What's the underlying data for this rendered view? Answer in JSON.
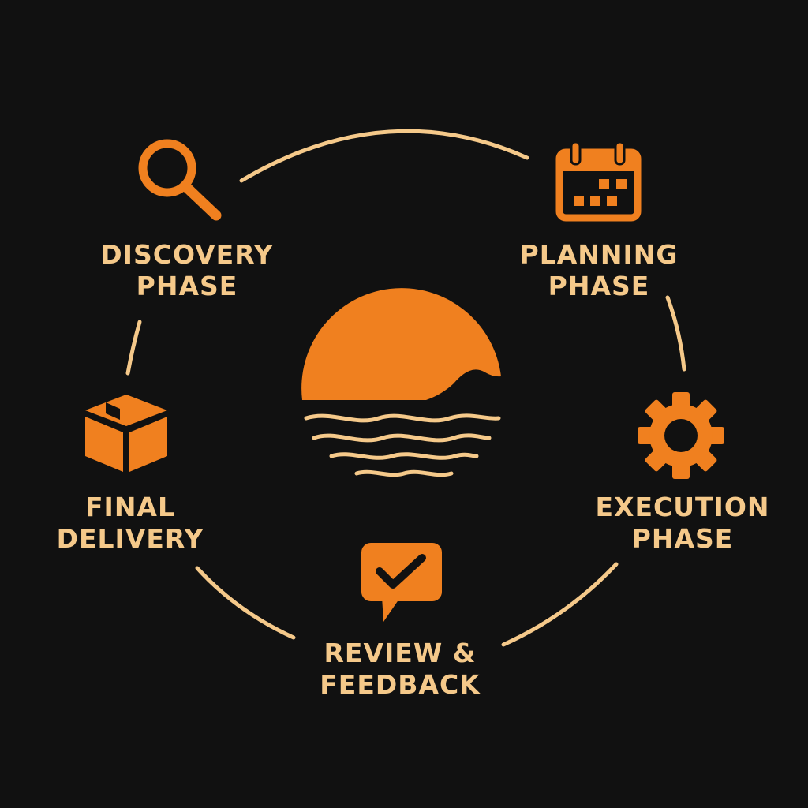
{
  "colors": {
    "background": "#111111",
    "accent": "#f0801f",
    "text": "#f5c98a",
    "ring": "#f5c98a"
  },
  "phases": [
    {
      "id": "discovery",
      "icon": "magnifier-icon",
      "lines": [
        "DISCOVERY",
        "PHASE"
      ]
    },
    {
      "id": "planning",
      "icon": "calendar-icon",
      "lines": [
        "PLANNING",
        "PHASE"
      ]
    },
    {
      "id": "execution",
      "icon": "gear-icon",
      "lines": [
        "EXECUTION",
        "PHASE"
      ]
    },
    {
      "id": "review",
      "icon": "chat-check-icon",
      "lines": [
        "REVIEW &",
        "FEEDBACK"
      ]
    },
    {
      "id": "delivery",
      "icon": "package-icon",
      "lines": [
        "FINAL",
        "DELIVERY"
      ]
    }
  ],
  "center": {
    "icon": "sunset-over-water-icon"
  }
}
